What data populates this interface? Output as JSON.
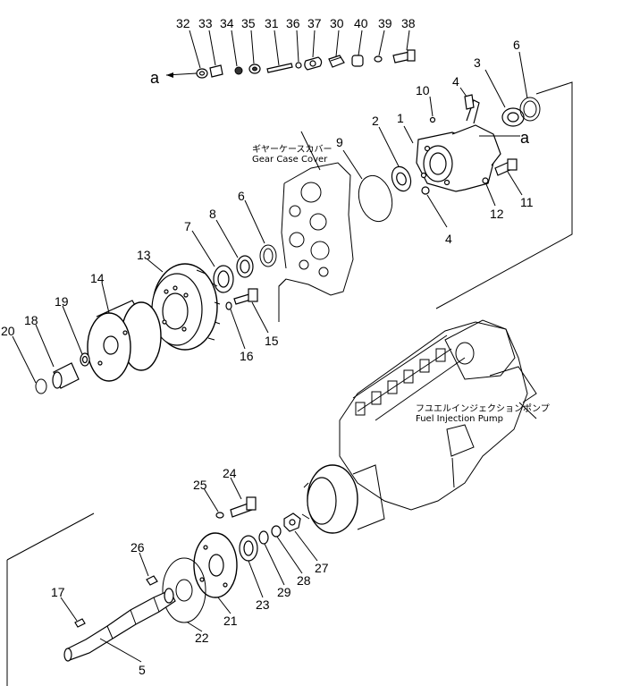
{
  "labels": {
    "p1": "1",
    "p2": "2",
    "p3": "3",
    "p4a": "4",
    "p4b": "4",
    "p5": "5",
    "p6a": "6",
    "p6b": "6",
    "p7": "7",
    "p8": "8",
    "p9": "9",
    "p10": "10",
    "p11": "11",
    "p12": "12",
    "p13": "13",
    "p14": "14",
    "p15": "15",
    "p16": "16",
    "p17": "17",
    "p18": "18",
    "p19": "19",
    "p20": "20",
    "p21": "21",
    "p22": "22",
    "p23": "23",
    "p24": "24",
    "p25": "25",
    "p26": "26",
    "p27": "27",
    "p28": "28",
    "p29": "29",
    "p30": "30",
    "p31": "31",
    "p32": "32",
    "p33": "33",
    "p34": "34",
    "p35": "35",
    "p36": "36",
    "p37": "37",
    "p38": "38",
    "p39": "39",
    "p40": "40"
  },
  "ref_letters": {
    "a_left": "a",
    "a_right": "a"
  },
  "captions": {
    "gear_case_jp": "ギヤーケースカバー",
    "gear_case_en": "Gear Case Cover",
    "pump_jp": "フユエルインジェクションポンプ",
    "pump_en": "Fuel Injection Pump"
  }
}
